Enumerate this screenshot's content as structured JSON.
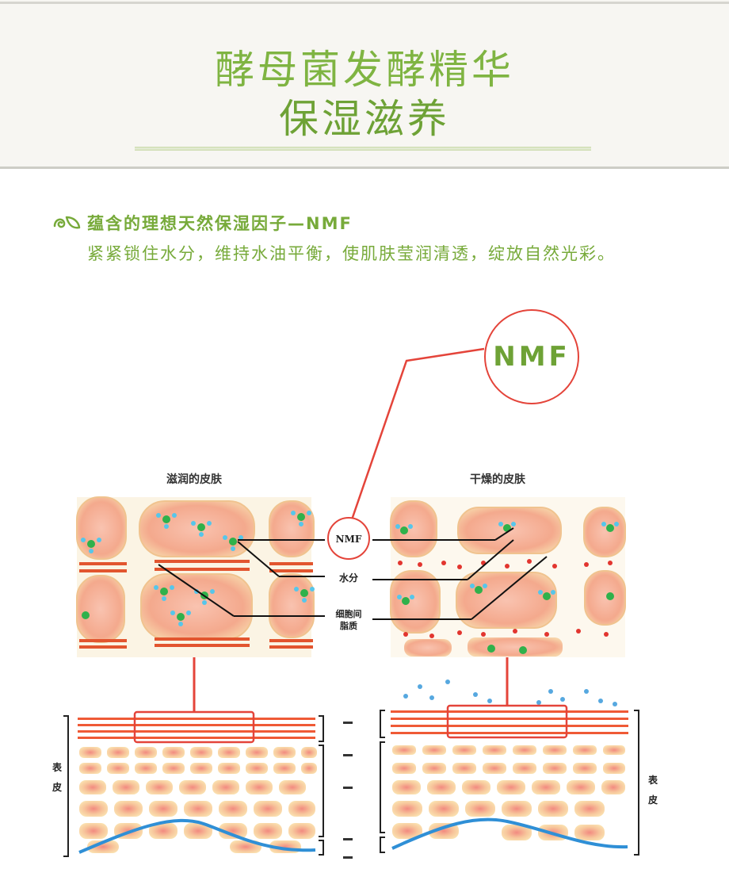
{
  "header": {
    "title_line1": "酵母菌发酵精华",
    "title_line2": "保湿滋养"
  },
  "feature": {
    "icon": "leaf-swirl-icon",
    "heading": "蕴含的理想天然保湿因子—NMF",
    "body": "紧紧锁住水分，维持水油平衡，使肌肤莹润清透，绽放自然光彩。"
  },
  "callout": {
    "label": "NMF"
  },
  "diagram": {
    "left_title": "滋润的皮肤",
    "right_title": "干燥的皮肤",
    "legend": [
      "NMF",
      "水分",
      "细胞间",
      "脂质"
    ],
    "epidermis_label_left": [
      "表",
      "皮"
    ],
    "epidermis_label_right": [
      "表",
      "皮"
    ]
  },
  "colors": {
    "green": "#77aa3a",
    "red_line": "#e4443a",
    "cell_fill": "#f6b89a",
    "blue_line": "#2f8fd6"
  }
}
